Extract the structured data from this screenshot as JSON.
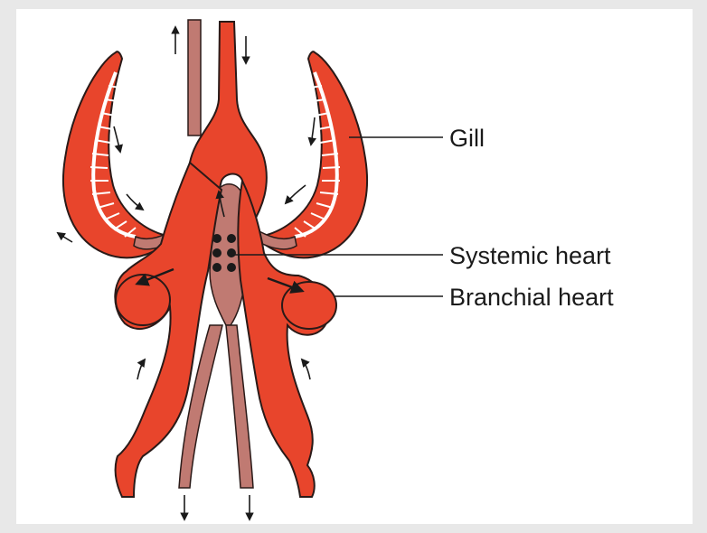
{
  "labels": {
    "gill": "Gill",
    "systemic_heart": "Systemic heart",
    "branchial_heart": "Branchial heart"
  },
  "colors": {
    "oxygenated": "#e8452c",
    "deoxygenated": "#c07a72",
    "outline": "#2a1a18",
    "background": "#e8e8e8",
    "panel": "#ffffff"
  }
}
